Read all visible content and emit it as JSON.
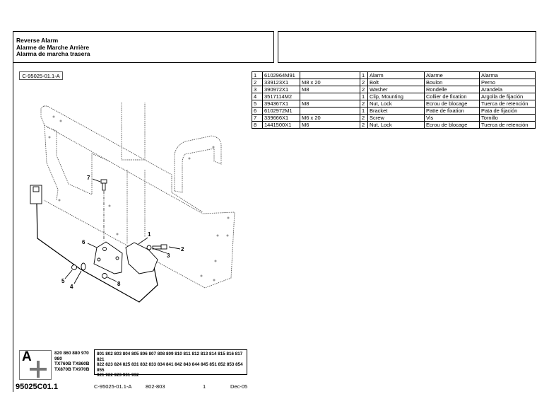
{
  "header": {
    "title_lines": [
      "Reverse Alarm",
      "Alarme de Marche Arrière",
      "Alarma de marcha trasera"
    ]
  },
  "figure_label": "C-95025-01.1-A",
  "callouts": [
    "1",
    "2",
    "3",
    "4",
    "5",
    "6",
    "7",
    "8"
  ],
  "parts": [
    [
      "1",
      "6102964M91",
      "",
      "1",
      "Alarm",
      "Alarme",
      "Alarma"
    ],
    [
      "2",
      "339123X1",
      "M8 x 20",
      "2",
      "Bolt",
      "Boulon",
      "Perno"
    ],
    [
      "3",
      "390972X1",
      "M8",
      "2",
      "Washer",
      "Rondelle",
      "Arandela"
    ],
    [
      "4",
      "3517114M2",
      "",
      "1",
      "Clip, Mounting",
      "Collier de fixation",
      "Argolla de fijación"
    ],
    [
      "5",
      "394367X1",
      "M8",
      "2",
      "Nut, Lock",
      "Ecrou de blocage",
      "Tuerca de retención"
    ],
    [
      "6",
      "6102972M1",
      "",
      "1",
      "Bracket",
      "Patte de fixation",
      "Pata de fijación"
    ],
    [
      "7",
      "339666X1",
      "M6 x 20",
      "2",
      "Screw",
      "Vis",
      "Tornillo"
    ],
    [
      "8",
      "1441500X1",
      "M6",
      "2",
      "Nut, Lock",
      "Ecrou de blocage",
      "Tuerca de retención"
    ]
  ],
  "footer": {
    "icon_letter": "A",
    "models": [
      "820 860 880 970",
      "980",
      "TX760B TX860B",
      "TX870B TX970B"
    ],
    "serials": [
      "801 802 803 804 805 806 807 808 809 810 811 812 813 814 815 816 817 821",
      "822 823 824 825 831 832 833 834 841 842 843 844 845 851 852 853 854 855",
      "921 922 923 931 932"
    ],
    "page_id": "95025C01.1",
    "figure_ref": "C-95025-01.1-A",
    "range": "802-803",
    "page_number": "1",
    "date": "Dec-05"
  }
}
